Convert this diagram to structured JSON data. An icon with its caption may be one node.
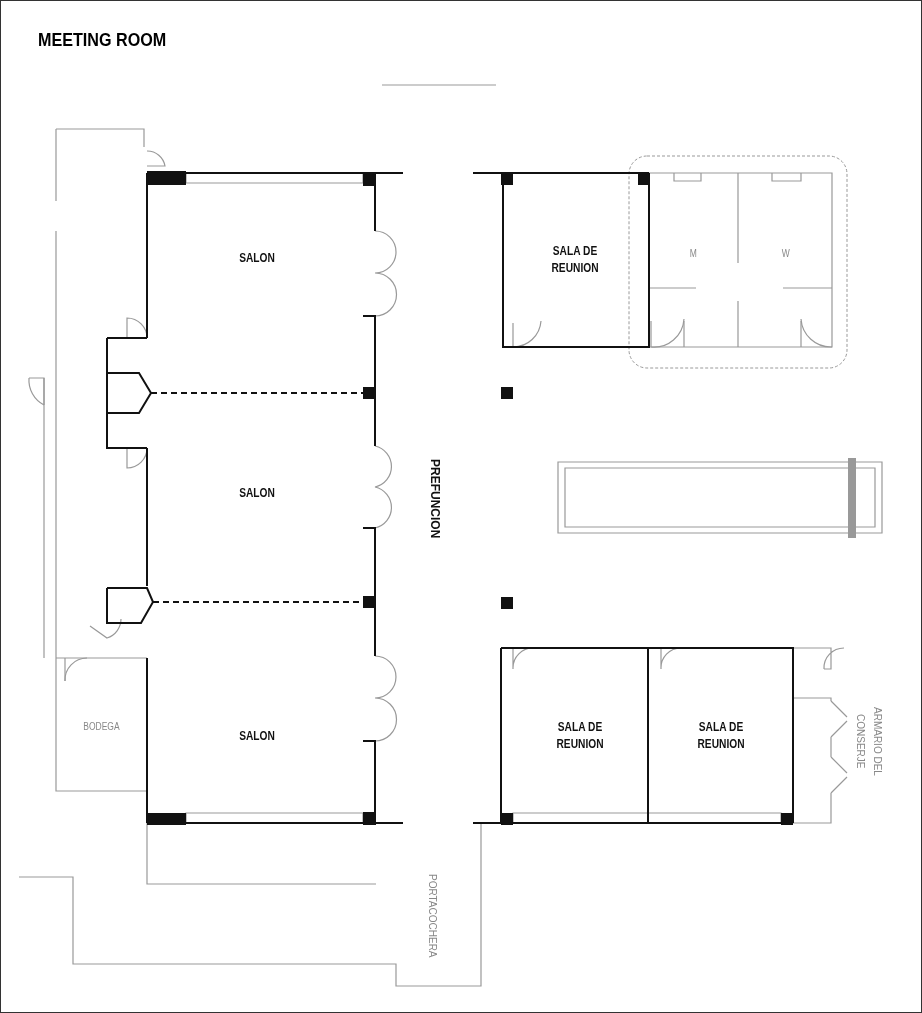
{
  "diagram": {
    "title": "MEETING ROOM",
    "nodes": [
      {
        "text": [
          "SALON"
        ]
      },
      {
        "text": [
          "SALA DE REUNION"
        ]
      },
      {
        "text": [
          "M"
        ]
      },
      {
        "text": [
          "W"
        ]
      },
      {
        "text": [
          "SALON"
        ]
      },
      {
        "text": [
          "SALON"
        ]
      },
      {
        "text": [
          "BODEGA"
        ]
      },
      {
        "text": [
          "SALA DE REUNION"
        ]
      },
      {
        "text": [
          "SALA DE REUNION"
        ]
      },
      {
        "text": [
          "ARMARIO DEL CONSERJE"
        ]
      }
    ],
    "labels": [
      "PREFUNCION",
      "PORTACOCHERA"
    ]
  }
}
